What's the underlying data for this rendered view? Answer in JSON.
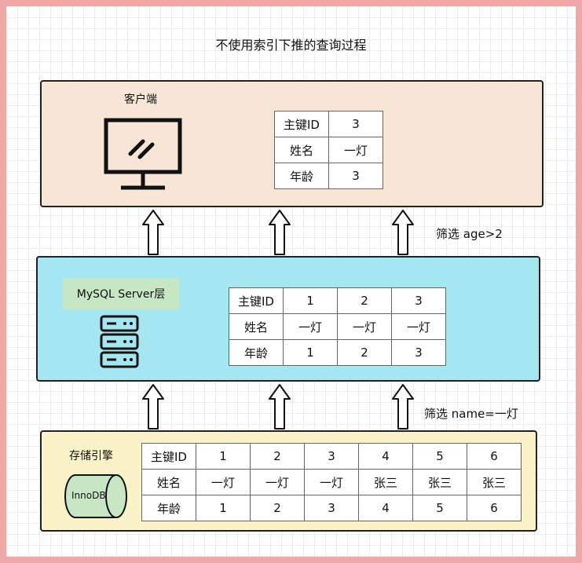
{
  "title": "不使用索引下推的查询过程",
  "client": {
    "label": "客户端",
    "icon": "monitor-icon",
    "table": {
      "rows": [
        {
          "header": "主键ID",
          "cells": [
            "3"
          ]
        },
        {
          "header": "姓名",
          "cells": [
            "一灯"
          ]
        },
        {
          "header": "年龄",
          "cells": [
            "3"
          ]
        }
      ]
    }
  },
  "server": {
    "label": "MySQL Server层",
    "icon": "server-rack-icon",
    "label_bg": "#c6e6c4",
    "table": {
      "rows": [
        {
          "header": "主键ID",
          "cells": [
            "1",
            "2",
            "3"
          ]
        },
        {
          "header": "姓名",
          "cells": [
            "一灯",
            "一灯",
            "一灯"
          ]
        },
        {
          "header": "年龄",
          "cells": [
            "1",
            "2",
            "3"
          ]
        }
      ]
    }
  },
  "storage": {
    "label": "存储引擎",
    "db_label": "InnoDB",
    "icon": "database-cylinder-icon",
    "table": {
      "rows": [
        {
          "header": "主键ID",
          "cells": [
            "1",
            "2",
            "3",
            "4",
            "5",
            "6"
          ]
        },
        {
          "header": "姓名",
          "cells": [
            "一灯",
            "一灯",
            "一灯",
            "张三",
            "张三",
            "张三"
          ]
        },
        {
          "header": "年龄",
          "cells": [
            "1",
            "2",
            "3",
            "4",
            "5",
            "6"
          ]
        }
      ]
    }
  },
  "filters": {
    "upper": "筛选 age>2",
    "lower": "筛选 name=一灯"
  },
  "colors": {
    "page_border": "#f2a7a7",
    "client_bg": "#f7e5d6",
    "server_bg": "#a4e7f0",
    "storage_bg": "#fbf3c8",
    "db_fill": "#c6e6c4"
  }
}
